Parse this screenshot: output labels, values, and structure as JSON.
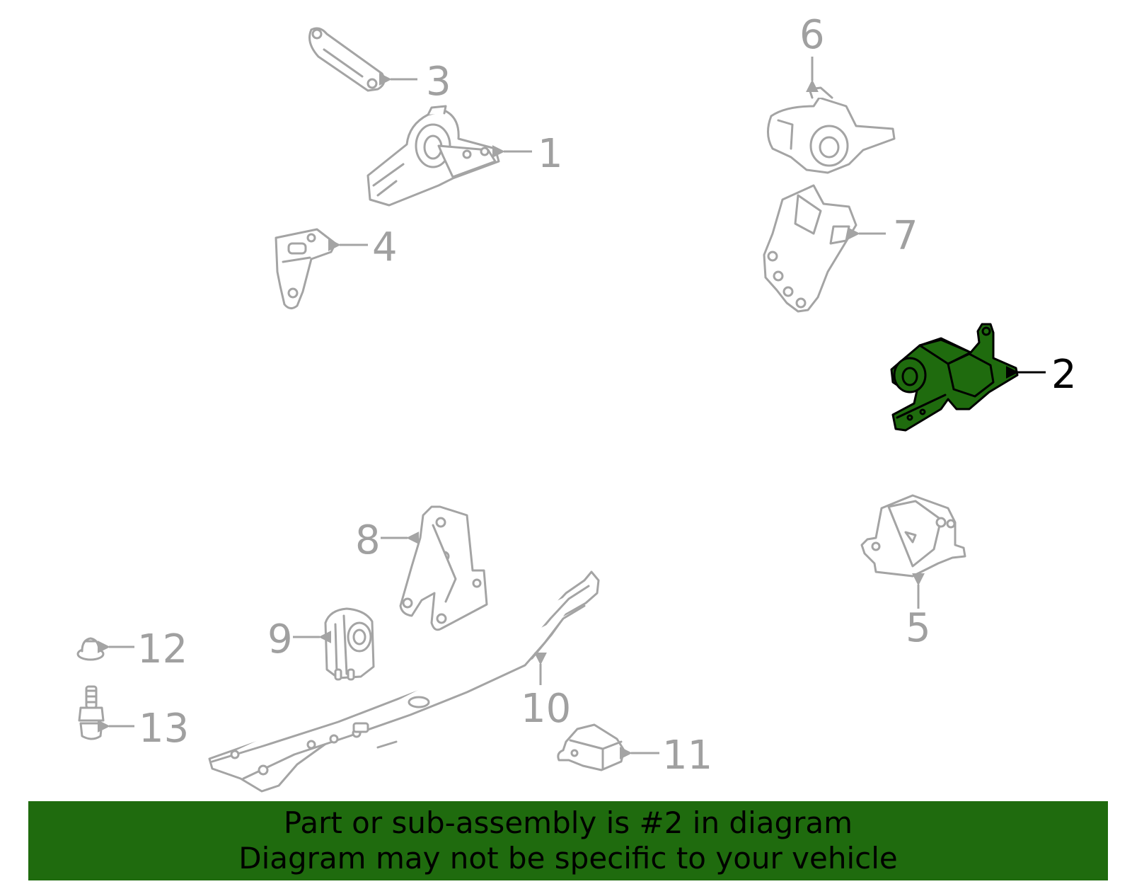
{
  "highlight_color": "#1f6b0e",
  "part_color": "#a4a4a4",
  "callouts": {
    "c1": "1",
    "c2": "2",
    "c3": "3",
    "c4": "4",
    "c5": "5",
    "c6": "6",
    "c7": "7",
    "c8": "8",
    "c9": "9",
    "c10": "10",
    "c11": "11",
    "c12": "12",
    "c13": "13"
  },
  "highlighted_part": "2",
  "banner": {
    "line1": "Part or sub-assembly is #2 in diagram",
    "line2": "Diagram may not be specific to your vehicle"
  }
}
